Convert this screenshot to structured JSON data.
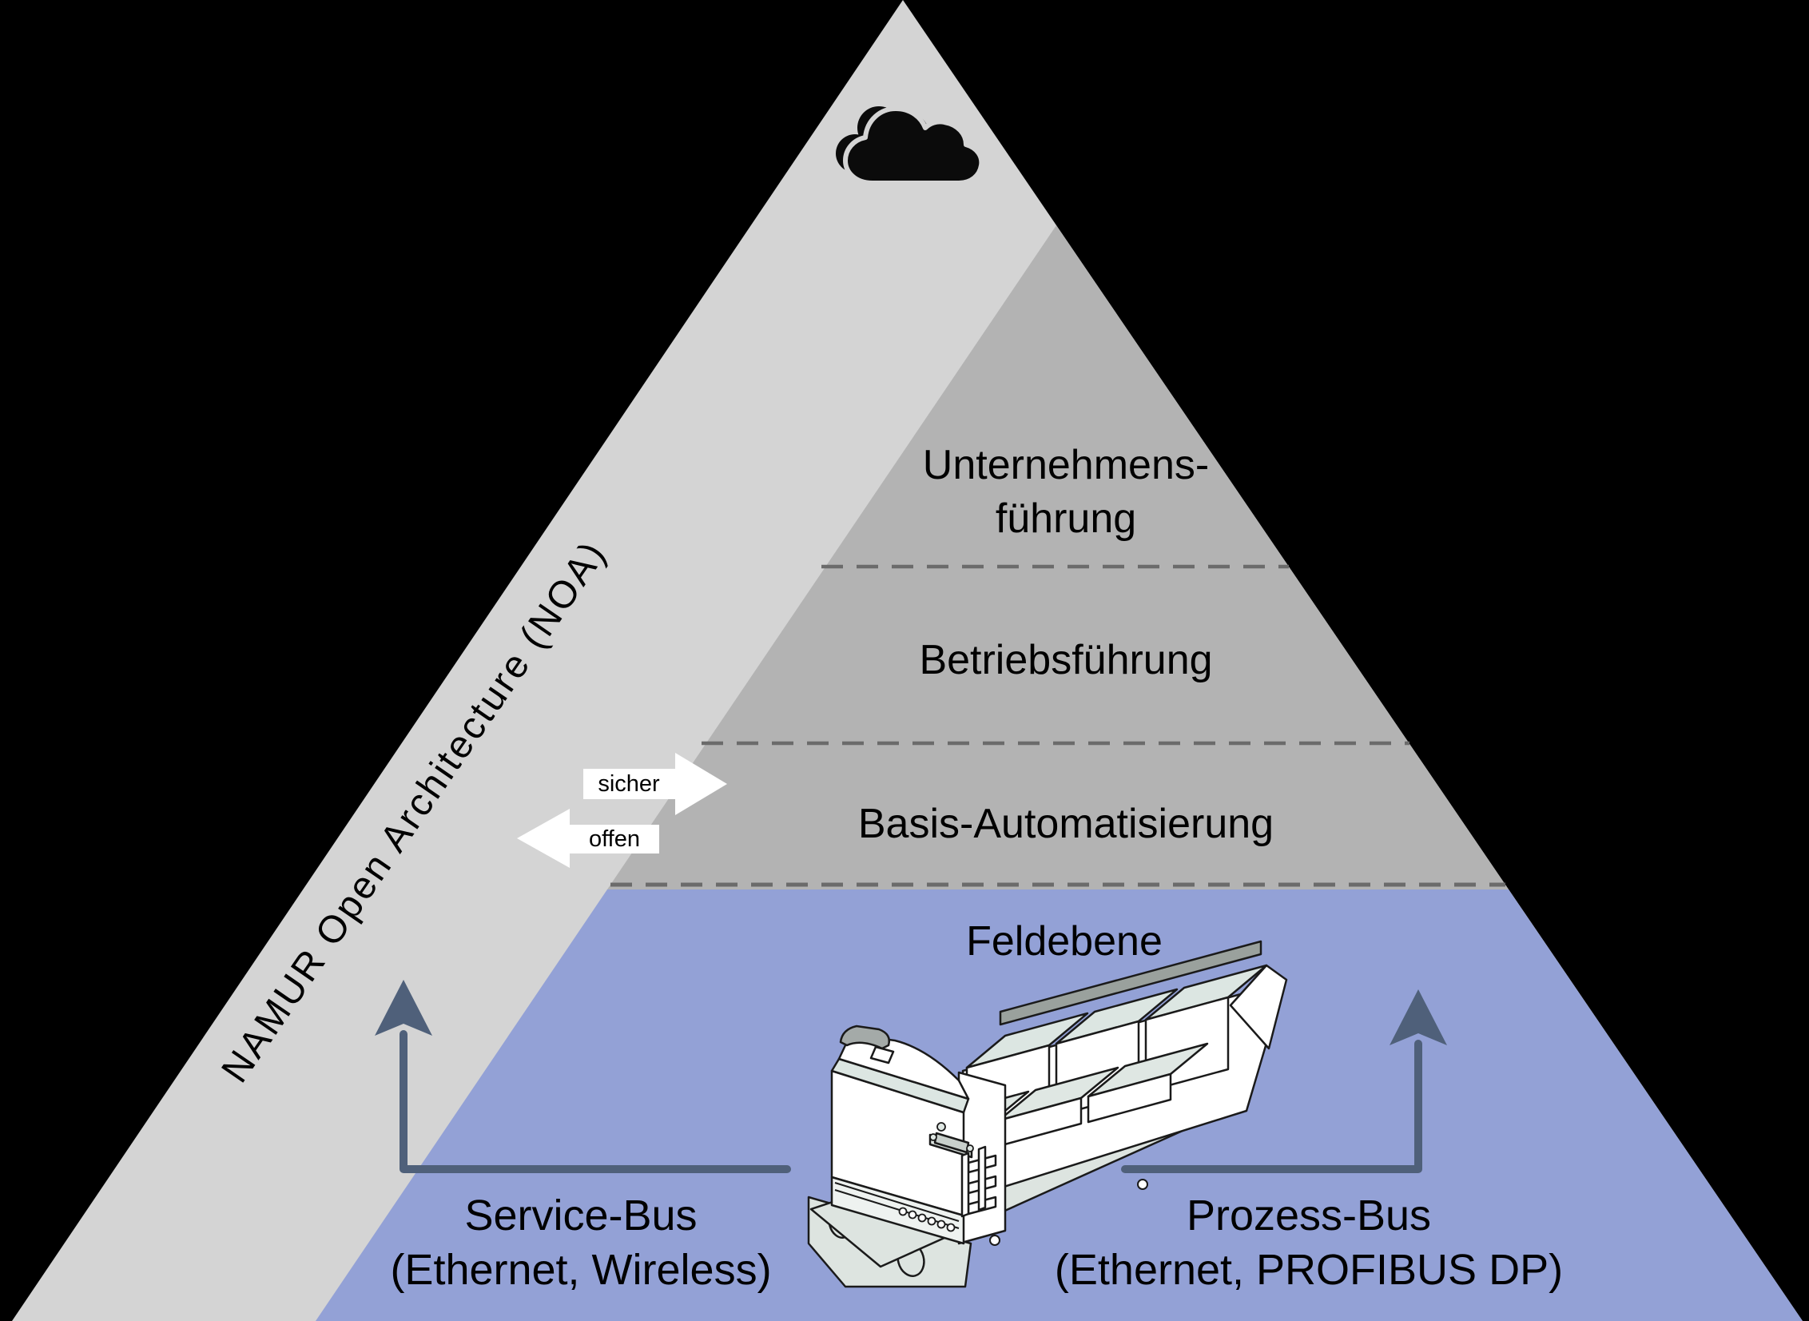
{
  "colors": {
    "background": "#000000",
    "pyramid_light": "#d4d4d4",
    "pyramid_core": "#b3b3b3",
    "field_blue": "#93a1d6",
    "bus_arrow": "#4f607a",
    "dashed_line": "#6b6b6b",
    "label_arrow_white": "#ffffff",
    "text": "#000000"
  },
  "noa_band": {
    "label": "NAMUR Open Architecture (NOA)"
  },
  "levels": {
    "enterprise": {
      "line1": "Unternehmens-",
      "line2": "führung"
    },
    "operations": {
      "label": "Betriebsführung"
    },
    "basic_automation": {
      "label": "Basis-Automatisierung"
    },
    "field": {
      "label": "Feldebene"
    }
  },
  "flow_arrows": {
    "secure": "sicher",
    "open": "offen"
  },
  "buses": {
    "service": {
      "name": "Service-Bus",
      "detail": "(Ethernet, Wireless)"
    },
    "process": {
      "name": "Prozess-Bus",
      "detail": "(Ethernet, PROFIBUS DP)"
    }
  },
  "icons": {
    "cloud": "cloud-icon",
    "device": "remote-io-field-device"
  }
}
